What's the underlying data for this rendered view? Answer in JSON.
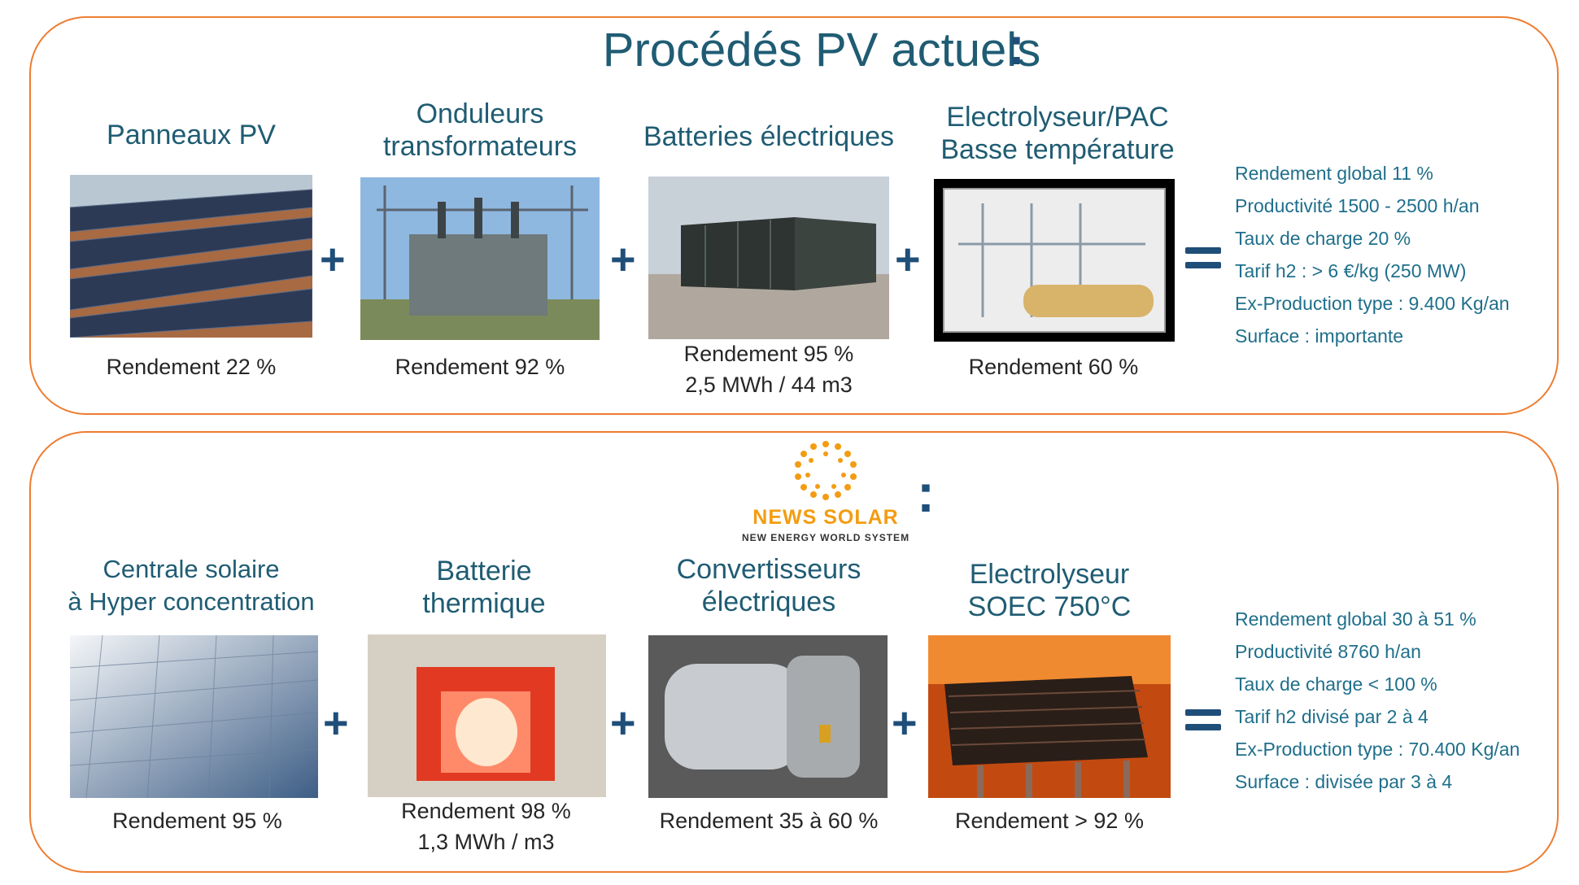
{
  "top": {
    "title": "Procédés PV actuels",
    "colon": ":",
    "components": [
      {
        "heading": [
          "Panneaux PV"
        ],
        "image": "solar-panels-field-image",
        "caption": [
          "Rendement 22 %"
        ]
      },
      {
        "heading": [
          "Onduleurs",
          "transformateurs"
        ],
        "image": "transformer-substation-image",
        "caption": [
          "Rendement 92 %"
        ]
      },
      {
        "heading": [
          "Batteries électriques"
        ],
        "image": "battery-containers-image",
        "caption": [
          "Rendement 95 %",
          "2,5 MWh / 44 m3"
        ]
      },
      {
        "heading": [
          "Electrolyseur/PAC",
          "Basse température"
        ],
        "image": "electrolyzer-unit-image",
        "caption": [
          "Rendement 60 %"
        ]
      }
    ],
    "plus": "+",
    "summary": [
      "Rendement global 11 %",
      "Productivité 1500 - 2500 h/an",
      "Taux de charge 20 %",
      "Tarif h2 : > 6 €/kg (250 MW)",
      "Ex-Production type : 9.400 Kg/an",
      "Surface : importante"
    ]
  },
  "bottom": {
    "logo": {
      "brand": "NEWS SOLAR",
      "tagline": "NEW ENERGY WORLD SYSTEM"
    },
    "colon": ":",
    "components": [
      {
        "heading": [
          "Centrale  solaire",
          "à Hyper concentration"
        ],
        "image": "heliostat-field-image",
        "caption": [
          "Rendement 95 %"
        ]
      },
      {
        "heading": [
          "Batterie",
          "thermique"
        ],
        "image": "thermal-battery-image",
        "caption": [
          "Rendement 98 %",
          "1,3 MWh / m3"
        ]
      },
      {
        "heading": [
          "Convertisseurs",
          "électriques"
        ],
        "image": "electric-converter-image",
        "caption": [
          "Rendement 35 à 60 %"
        ]
      },
      {
        "heading": [
          "Electrolyseur",
          "SOEC 750°C"
        ],
        "image": "soec-stack-image",
        "caption": [
          "Rendement > 92 %"
        ]
      }
    ],
    "plus": "+",
    "summary": [
      "Rendement global 30 à 51 %",
      "Productivité 8760 h/an",
      "Taux de charge < 100 %",
      "Tarif h2 divisé par 2 à 4",
      "Ex-Production type : 70.400 Kg/an",
      "Surface : divisée par 3 à 4"
    ]
  },
  "colors": {
    "border": "#ed7d31",
    "heading": "#1f5c73",
    "operator": "#1f4e79",
    "summary": "#1f6f8b",
    "logo": "#f39c12"
  }
}
